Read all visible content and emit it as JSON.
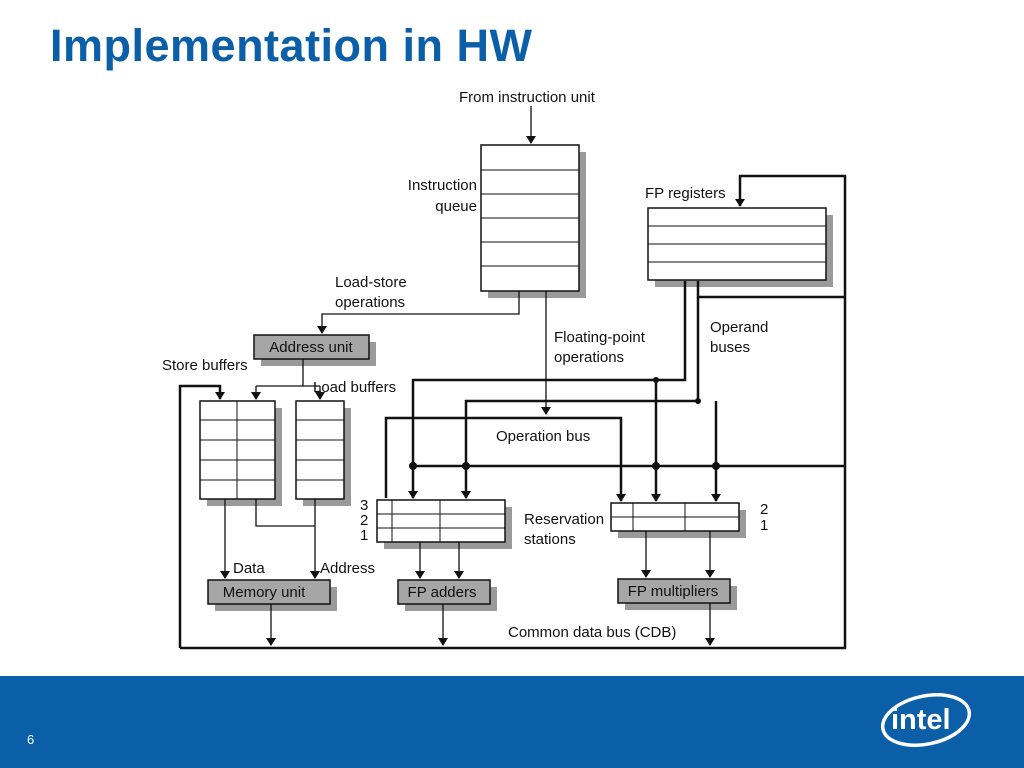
{
  "slide": {
    "title": "Implementation in HW",
    "page_number": "6",
    "logo_text": "intel"
  },
  "diagram": {
    "from_instruction_unit": "From instruction unit",
    "instruction_queue": [
      "Instruction",
      "queue"
    ],
    "fp_registers": "FP registers",
    "load_store_operations": [
      "Load-store",
      "operations"
    ],
    "address_unit": "Address unit",
    "store_buffers": "Store buffers",
    "load_buffers": "Load buffers",
    "floating_point_operations": [
      "Floating-point",
      "operations"
    ],
    "operand_buses": [
      "Operand",
      "buses"
    ],
    "operation_bus": "Operation bus",
    "rs_adders_numbers": [
      "3",
      "2",
      "1"
    ],
    "rs_mult_numbers": [
      "2",
      "1"
    ],
    "reservation_stations": [
      "Reservation",
      "stations"
    ],
    "data": "Data",
    "address": "Address",
    "memory_unit": "Memory unit",
    "fp_adders": "FP adders",
    "fp_multipliers": "FP multipliers",
    "cdb": "Common data bus (CDB)"
  },
  "colors": {
    "title": "#0b5ea8",
    "footer": "#0b5ea8",
    "unit_fill": "#a6a6a6",
    "shadow": "#9a9a9a"
  }
}
